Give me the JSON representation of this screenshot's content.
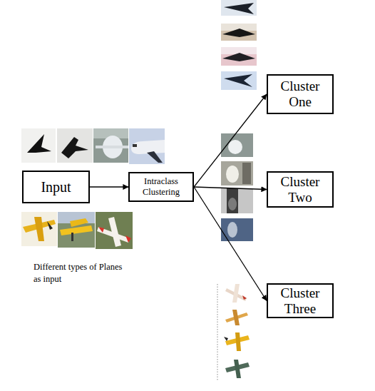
{
  "diagram": {
    "nodes": [
      {
        "text": [
          "Input"
        ]
      },
      {
        "text": [
          "Intraclass Clustering"
        ]
      },
      {
        "text": [
          "Cluster One"
        ]
      },
      {
        "text": [
          "Cluster Two"
        ]
      },
      {
        "text": [
          "Cluster Three"
        ]
      }
    ],
    "edges": [
      {
        "from": 0,
        "to": 1,
        "arrow": "to"
      },
      {
        "from": 1,
        "to": 2,
        "arrow": "to"
      },
      {
        "from": 1,
        "to": 3,
        "arrow": "to"
      },
      {
        "from": 1,
        "to": 4,
        "arrow": "to"
      }
    ],
    "labels": [
      "Different types of Planes as input"
    ]
  }
}
